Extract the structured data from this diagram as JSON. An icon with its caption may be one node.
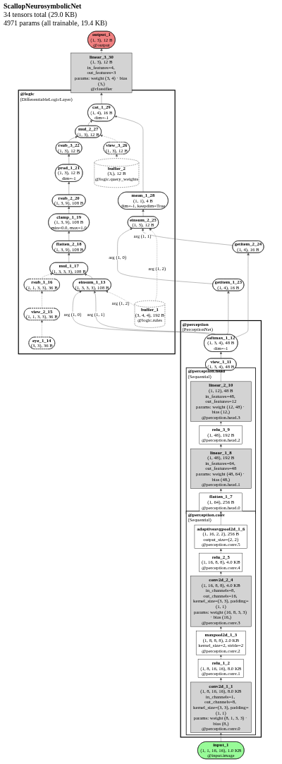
{
  "diagram": {
    "title": "ScallopNeurosymbolicNet",
    "labels": [
      "34 tensors total (29.0 KB)",
      "4971 params (all trainable, 19.4 KB)"
    ],
    "nodes": [
      {
        "text": [
          "output_1",
          "(1, 3), 12 B",
          "@output"
        ]
      },
      {
        "text": [
          "linear_3_30",
          "(1, 3), 12 B",
          "in_features=4, out_features=3",
          "params: weight (3, 4) · bias (3,)",
          "@classifier"
        ]
      },
      {
        "text": [
          "@logic",
          "(DifferentiableLogicLayer)"
        ]
      },
      {
        "text": [
          "cat_1_29",
          "(1, 4), 16 B",
          "dim=-1"
        ],
        "in": 2
      },
      {
        "text": [
          "mul_2_27",
          "(1, 3), 12 B"
        ],
        "in": 2
      },
      {
        "text": [
          "view_3_26",
          "(1, 3), 12 B"
        ],
        "in": 2
      },
      {
        "text": [
          "rsub_3_22",
          "(1, 3), 12 B"
        ],
        "in": 2
      },
      {
        "text": [
          "buffer_2",
          "(3,), 12 B",
          "@logic.query_weights"
        ],
        "in": 2
      },
      {
        "text": [
          "prod_1_21",
          "(1, 3), 12 B",
          "dim=-1"
        ],
        "in": 2
      },
      {
        "text": [
          "rsub_2_20",
          "(1, 3, 9), 108 B"
        ],
        "in": 2
      },
      {
        "text": [
          "clamp_1_19",
          "(1, 3, 9), 108 B",
          "min=0.0, max=1.0"
        ],
        "in": 2
      },
      {
        "text": [
          "flatten_2_18",
          "(1, 3, 9), 108 B"
        ],
        "in": 2
      },
      {
        "text": [
          "mean_1_28",
          "(1, 1), 4 B",
          "dim=-1, keepdim=True"
        ],
        "in": 2
      },
      {
        "text": [
          "mul_1_17",
          "(1, 3, 3, 3), 108 B"
        ],
        "in": 2
      },
      {
        "text": [
          "einsum_1_13",
          "(1, 3, 3, 3), 108 B"
        ],
        "in": 2
      },
      {
        "text": [
          "einsum_2_25",
          "(1, 3), 12 B"
        ],
        "in": 2
      },
      {
        "text": [
          "rsub_1_16",
          "(1, 1, 3, 3), 36 B"
        ],
        "in": 2
      },
      {
        "text": [
          "buffer_1",
          "(3, 4, 4), 192 B",
          "@logic.rules"
        ],
        "in": 2
      },
      {
        "text": [
          "view_2_15",
          "(1, 1, 3, 3), 36 B"
        ],
        "in": 2
      },
      {
        "text": [
          "eye_1_14",
          "(3, 3), 36 B"
        ],
        "in": 2
      },
      {
        "text": [
          "getitem_1_23",
          "(1, 4), 16 B"
        ]
      },
      {
        "text": [
          "getitem_2_24",
          "(1, 4), 16 B"
        ]
      },
      {
        "text": [
          "@perception",
          "(PerceptionNet)"
        ]
      },
      {
        "text": [
          "softmax_1_12",
          "(1, 3, 4), 48 B",
          "dim=-1"
        ],
        "in": 22
      },
      {
        "text": [
          "view_1_11",
          "(1, 3, 4), 48 B"
        ],
        "in": 22
      },
      {
        "text": [
          "@perception.head",
          "(Sequential)"
        ],
        "in": 22
      },
      {
        "text": [
          "linear_2_10",
          "(1, 12), 48 B",
          "in_features=48, out_features=12",
          "params: weight (12, 48) · bias (12,)",
          "@perception.head.3"
        ],
        "in": 25
      },
      {
        "text": [
          "relu_3_9",
          "(1, 48), 192 B",
          "@perception.head.2"
        ],
        "in": 25
      },
      {
        "text": [
          "linear_1_8",
          "(1, 48), 192 B",
          "in_features=64, out_features=48",
          "params: weight (48, 64) · bias (48,)",
          "@perception.head.1"
        ],
        "in": 25
      },
      {
        "text": [
          "flatten_1_7",
          "(1, 64), 256 B",
          "@perception.head.0"
        ],
        "in": 25
      },
      {
        "text": [
          "@perception.conv",
          "(Sequential)"
        ],
        "in": 22
      },
      {
        "text": [
          "adaptiveavgpool2d_1_6",
          "(1, 16, 2, 2), 256 B",
          "output_size=(2, 2)",
          "@perception.conv.5"
        ],
        "in": 30
      },
      {
        "text": [
          "relu_2_5",
          "(1, 16, 8, 8), 4.0 KB",
          "@perception.conv.4"
        ],
        "in": 30
      },
      {
        "text": [
          "conv2d_2_4",
          "(1, 16, 8, 8), 4.0 KB",
          "in_channels=8, out_channels=16, kernel_size=(3, 3), padding=(1, 1)",
          "params: weight (16, 8, 3, 3) · bias (16,)",
          "@perception.conv.3"
        ],
        "in": 30
      },
      {
        "text": [
          "maxpool2d_1_3",
          "(1, 8, 8, 8), 2.0 KB",
          "kernel_size=2, stride=2",
          "@perception.conv.2"
        ],
        "in": 30
      },
      {
        "text": [
          "relu_1_2",
          "(1, 8, 16, 16), 8.0 KB",
          "@perception.conv.1"
        ],
        "in": 30
      },
      {
        "text": [
          "conv2d_1_1",
          "(1, 8, 16, 16), 8.0 KB",
          "in_channels=1, out_channels=8, kernel_size=(3, 3), padding=(1, 1)",
          "params: weight (8, 1, 3, 3) · bias (8,)",
          "@perception.conv.0"
        ],
        "in": 30
      },
      {
        "text": [
          "input_1",
          "(1, 1, 16, 16), 1.0 KB",
          "@input.image"
        ]
      }
    ],
    "edges": [
      {
        "from": 37,
        "to": 36,
        "arrow": "to"
      },
      {
        "from": 36,
        "to": 35,
        "arrow": "to"
      },
      {
        "from": 35,
        "to": 34,
        "arrow": "to"
      },
      {
        "from": 34,
        "to": 33,
        "arrow": "to"
      },
      {
        "from": 33,
        "to": 32,
        "arrow": "to"
      },
      {
        "from": 32,
        "to": 31,
        "arrow": "to"
      },
      {
        "from": 31,
        "to": 29,
        "arrow": "to"
      },
      {
        "from": 29,
        "to": 28,
        "arrow": "to"
      },
      {
        "from": 28,
        "to": 27,
        "arrow": "to"
      },
      {
        "from": 27,
        "to": 26,
        "arrow": "to"
      },
      {
        "from": 26,
        "to": 24,
        "arrow": "to"
      },
      {
        "from": 24,
        "to": 23,
        "arrow": "to"
      },
      {
        "from": 23,
        "to": 14,
        "arrow": "to",
        "label": "arg (1, 0)"
      },
      {
        "from": 23,
        "to": 14,
        "arrow": "to",
        "label": "arg (1, 1)"
      },
      {
        "from": 17,
        "to": 14,
        "arrow": "to",
        "label": "arg (1, 2)",
        "style": "dashed"
      },
      {
        "from": 23,
        "to": 20,
        "arrow": "to"
      },
      {
        "from": 23,
        "to": 21,
        "arrow": "to"
      },
      {
        "from": 20,
        "to": 15,
        "arrow": "to",
        "label": "arg (1, 0)"
      },
      {
        "from": 21,
        "to": 15,
        "arrow": "to",
        "label": "arg (1, 1)"
      },
      {
        "from": 17,
        "to": 15,
        "arrow": "to",
        "label": "arg (1, 2)",
        "style": "dashed"
      },
      {
        "from": 19,
        "to": 18,
        "arrow": "to",
        "style": "dashed"
      },
      {
        "from": 18,
        "to": 16,
        "arrow": "to",
        "style": "dashed"
      },
      {
        "from": 16,
        "to": 13,
        "arrow": "to",
        "style": "dashed"
      },
      {
        "from": 14,
        "to": 13,
        "arrow": "to"
      },
      {
        "from": 13,
        "to": 11,
        "arrow": "to"
      },
      {
        "from": 11,
        "to": 10,
        "arrow": "to"
      },
      {
        "from": 10,
        "to": 9,
        "arrow": "to"
      },
      {
        "from": 9,
        "to": 8,
        "arrow": "to"
      },
      {
        "from": 8,
        "to": 6,
        "arrow": "to"
      },
      {
        "from": 6,
        "to": 4,
        "arrow": "to"
      },
      {
        "from": 7,
        "to": 5,
        "arrow": "to",
        "style": "dashed"
      },
      {
        "from": 5,
        "to": 4,
        "arrow": "to",
        "style": "dashed"
      },
      {
        "from": 4,
        "to": 3,
        "arrow": "to"
      },
      {
        "from": 15,
        "to": 12,
        "arrow": "to"
      },
      {
        "from": 12,
        "to": 3,
        "arrow": "to"
      },
      {
        "from": 3,
        "to": 1,
        "arrow": "to"
      },
      {
        "from": 1,
        "to": 0,
        "arrow": "to"
      }
    ]
  }
}
